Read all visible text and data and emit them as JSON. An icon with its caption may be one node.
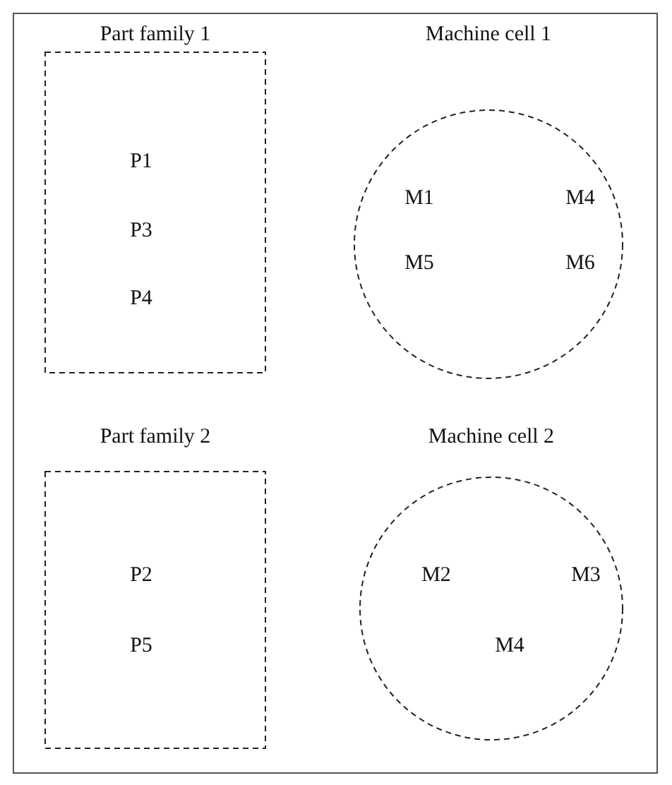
{
  "diagram": {
    "nodes": [
      {
        "text": [
          "Part family 1",
          "P1",
          "P3",
          "P4"
        ]
      },
      {
        "text": [
          "Machine cell 1",
          "M1",
          "M4",
          "M5",
          "M6"
        ]
      },
      {
        "text": [
          "Part family 2",
          "P2",
          "P5"
        ]
      },
      {
        "text": [
          "Machine cell 2",
          "M2",
          "M3",
          "M4"
        ]
      }
    ]
  }
}
